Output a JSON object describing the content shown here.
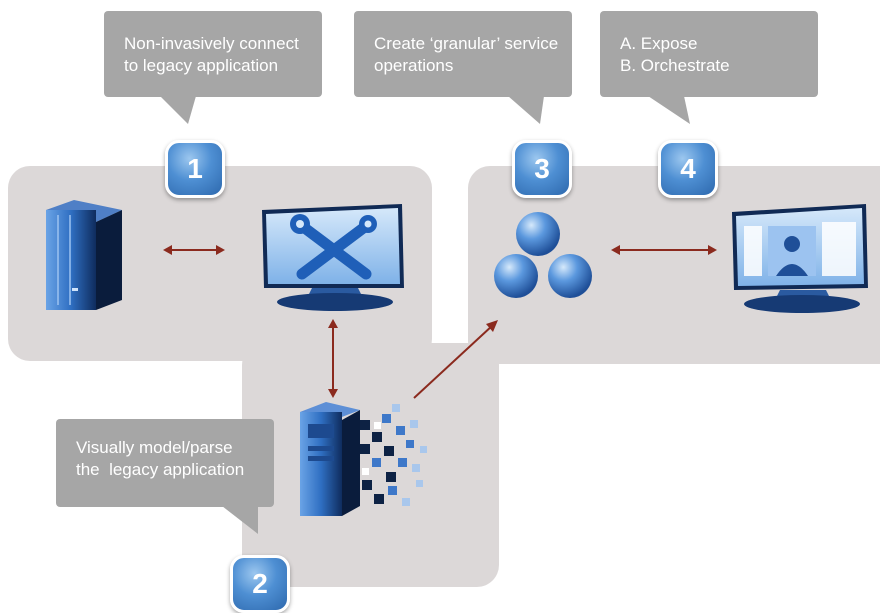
{
  "callouts": {
    "step1": {
      "line1": "Non-invasively connect",
      "line2": "to legacy application"
    },
    "step2": {
      "line1": "Visually model/parse",
      "line2": "the  legacy application"
    },
    "step3": {
      "line1": "Create ‘granular’ service",
      "line2": "operations"
    },
    "step4": {
      "line1": "A. Expose",
      "line2": "B. Orchestrate"
    }
  },
  "badges": {
    "b1": "1",
    "b2": "2",
    "b3": "3",
    "b4": "4"
  },
  "colors": {
    "panel": "#dcd8d8",
    "callout": "#a6a6a6",
    "arrow": "#8b2a1e",
    "badge": "#4e8fd3",
    "icon_blue": "#3a78c6"
  },
  "icons": [
    "legacy-server-icon",
    "tools-monitor-icon",
    "model-server-icon",
    "services-spheres-icon",
    "web-app-monitor-icon"
  ]
}
